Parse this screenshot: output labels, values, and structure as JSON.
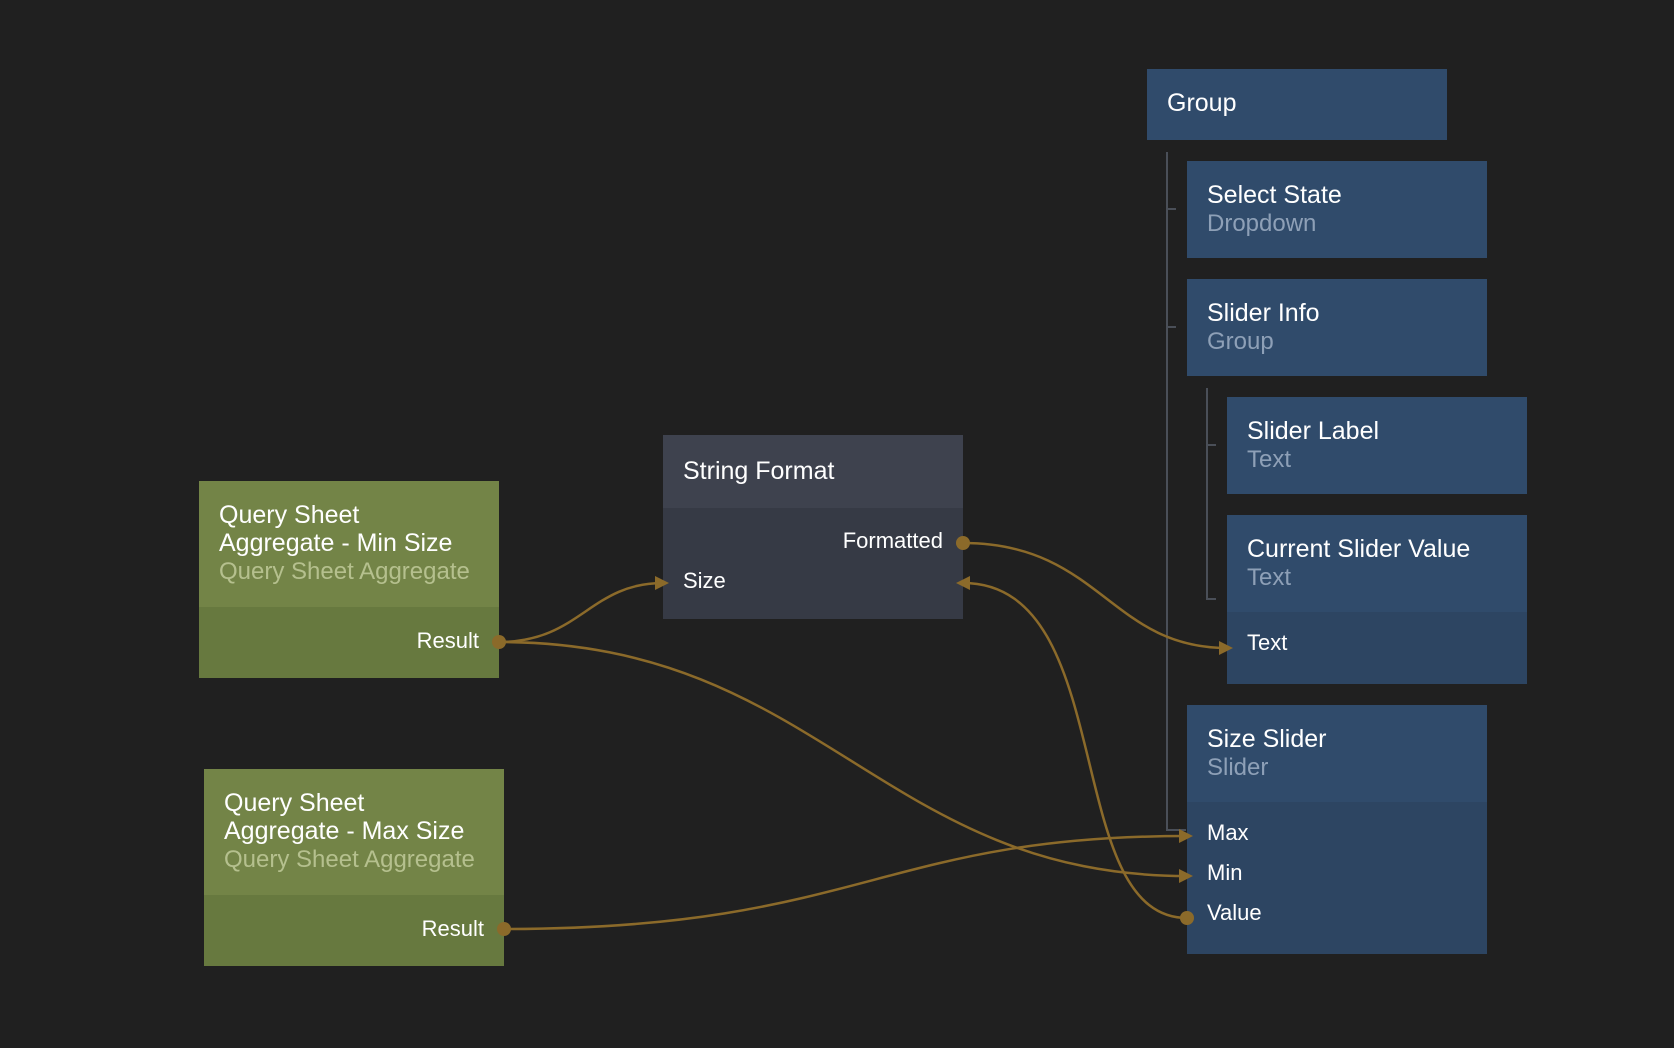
{
  "nodes": {
    "group": {
      "title": "Group"
    },
    "select_state": {
      "title": "Select State",
      "type": "Dropdown"
    },
    "slider_info": {
      "title": "Slider Info",
      "type": "Group"
    },
    "slider_label": {
      "title": "Slider Label",
      "type": "Text"
    },
    "current_slider_value": {
      "title": "Current Slider Value",
      "type": "Text",
      "ports": {
        "text": "Text"
      }
    },
    "size_slider": {
      "title": "Size Slider",
      "type": "Slider",
      "ports": {
        "max": "Max",
        "min": "Min",
        "value": "Value"
      }
    },
    "string_format": {
      "title": "String Format",
      "ports": {
        "formatted": "Formatted",
        "size": "Size"
      }
    },
    "query_min": {
      "title_line1": "Query Sheet",
      "title_line2": "Aggregate - Min Size",
      "type": "Query Sheet Aggregate",
      "ports": {
        "result": "Result"
      }
    },
    "query_max": {
      "title_line1": "Query Sheet",
      "title_line2": "Aggregate - Max Size",
      "type": "Query Sheet Aggregate",
      "ports": {
        "result": "Result"
      }
    }
  },
  "colors": {
    "background": "#202020",
    "wire": "#8b6a2a",
    "component_node": "#304b6b",
    "logic_node": "#3e424e",
    "data_node": "#738447"
  },
  "connections": [
    {
      "from": "Query Sheet Aggregate - Min Size.Result",
      "to": "String Format.Size"
    },
    {
      "from": "Query Sheet Aggregate - Min Size.Result",
      "to": "Size Slider.Min"
    },
    {
      "from": "Query Sheet Aggregate - Max Size.Result",
      "to": "Size Slider.Max"
    },
    {
      "from": "String Format.Formatted",
      "to": "Current Slider Value.Text"
    },
    {
      "from": "Size Slider.Value",
      "to": "String Format.Size"
    }
  ]
}
